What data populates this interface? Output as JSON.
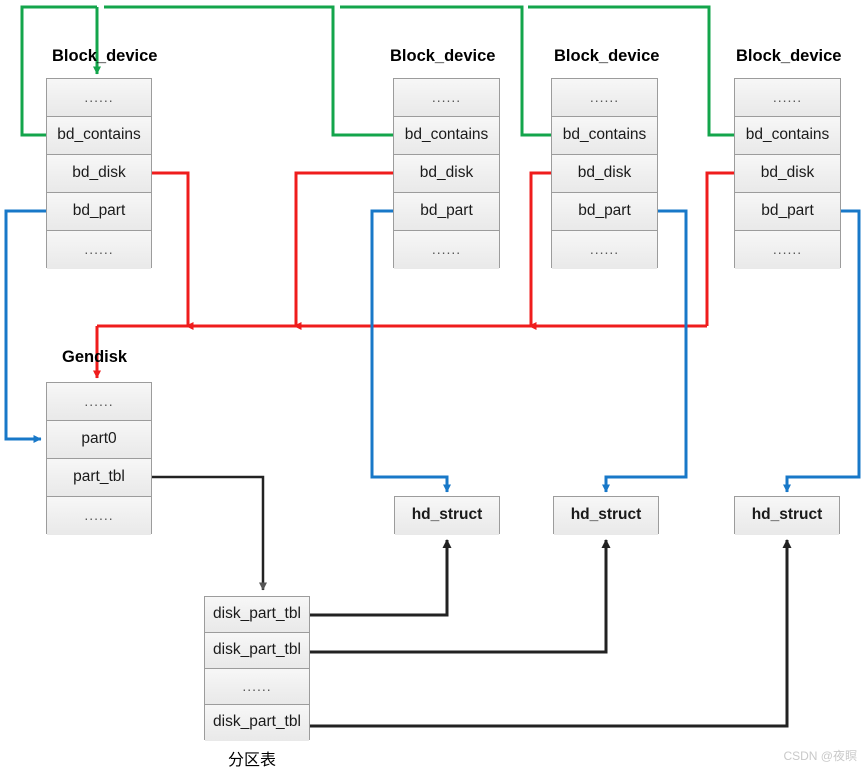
{
  "diagram": {
    "caption_partition_table": "分区表",
    "watermark": "CSDN @夜瞑",
    "ellipsis": "......",
    "colors": {
      "green_link": "#13a54b",
      "red_link": "#ef1c1c",
      "blue_link": "#1878c8",
      "black_link": "#222222",
      "box_border": "#9c9c9c",
      "box_fill": "#f1f1f1"
    }
  },
  "block_devices": [
    {
      "title": "Block_device",
      "fields": [
        "......",
        "bd_contains",
        "bd_disk",
        "bd_part",
        "......"
      ]
    },
    {
      "title": "Block_device",
      "fields": [
        "......",
        "bd_contains",
        "bd_disk",
        "bd_part",
        "......"
      ]
    },
    {
      "title": "Block_device",
      "fields": [
        "......",
        "bd_contains",
        "bd_disk",
        "bd_part",
        "......"
      ]
    },
    {
      "title": "Block_device",
      "fields": [
        "......",
        "bd_contains",
        "bd_disk",
        "bd_part",
        "......"
      ]
    }
  ],
  "gendisk": {
    "title": "Gendisk",
    "fields": [
      "......",
      "part0",
      "part_tbl",
      "......"
    ]
  },
  "partition_table": {
    "caption": "分区表",
    "fields": [
      "disk_part_tbl",
      "disk_part_tbl",
      "......",
      "disk_part_tbl"
    ]
  },
  "hd_structs": [
    {
      "label": "hd_struct"
    },
    {
      "label": "hd_struct"
    },
    {
      "label": "hd_struct"
    }
  ]
}
